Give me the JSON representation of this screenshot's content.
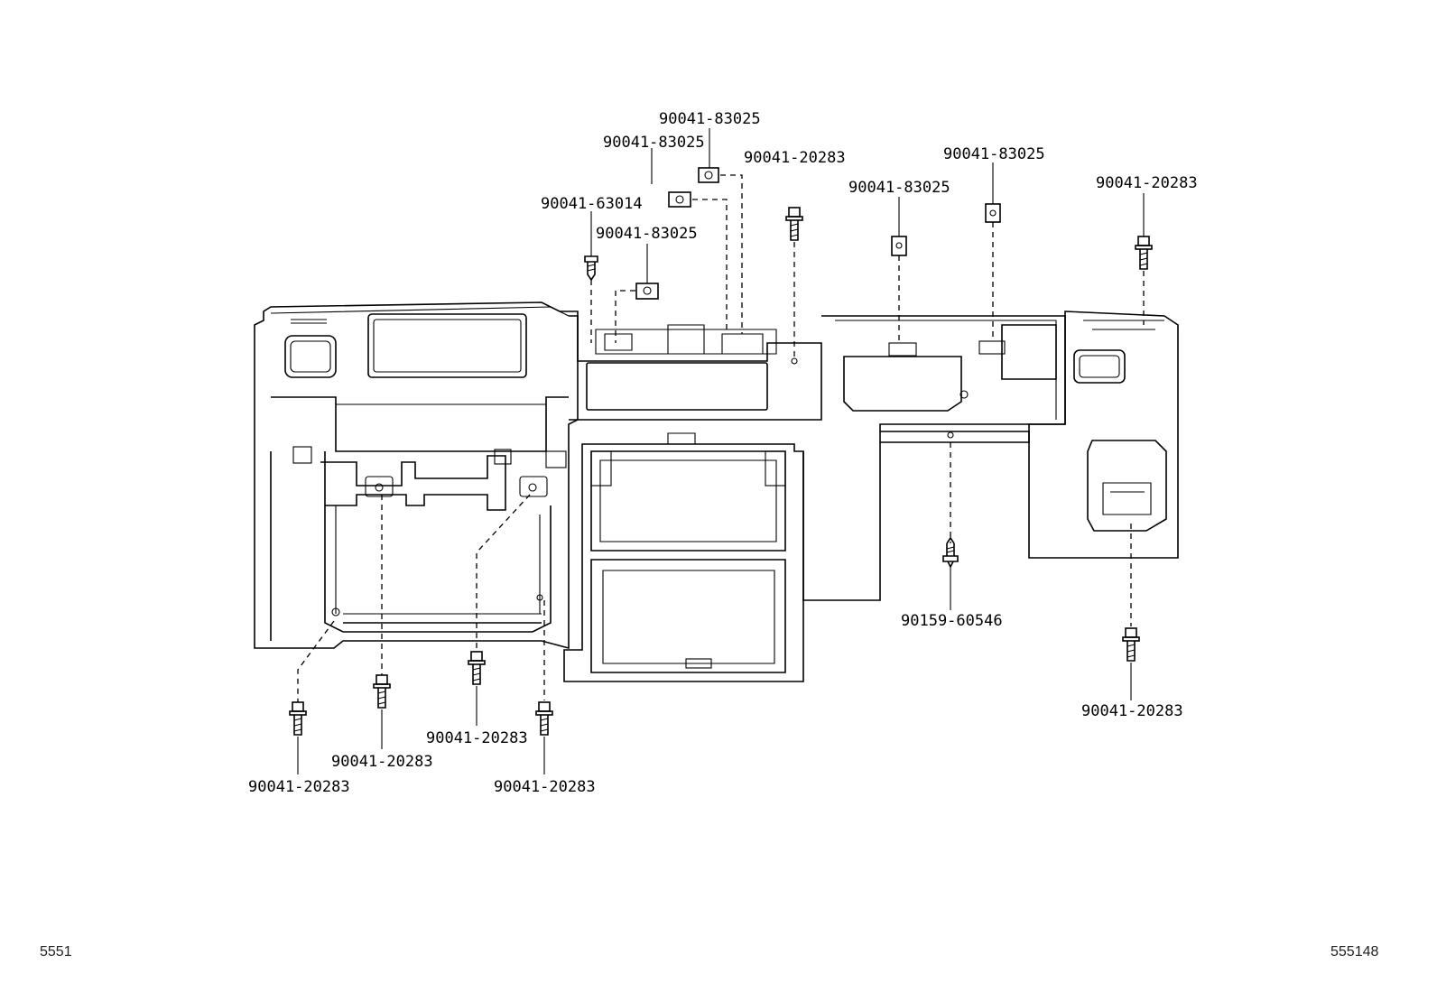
{
  "callouts": [
    {
      "id": "c1",
      "part_number": "90041-83025"
    },
    {
      "id": "c2",
      "part_number": "90041-83025"
    },
    {
      "id": "c3",
      "part_number": "90041-20283"
    },
    {
      "id": "c4",
      "part_number": "90041-83025"
    },
    {
      "id": "c5",
      "part_number": "90041-83025"
    },
    {
      "id": "c6",
      "part_number": "90041-20283"
    },
    {
      "id": "c7",
      "part_number": "90041-63014"
    },
    {
      "id": "c8",
      "part_number": "90041-83025"
    },
    {
      "id": "c9",
      "part_number": "90159-60546"
    },
    {
      "id": "c10",
      "part_number": "90041-20283"
    },
    {
      "id": "c11",
      "part_number": "90041-20283"
    },
    {
      "id": "c12",
      "part_number": "90041-20283"
    },
    {
      "id": "c13",
      "part_number": "90041-20283"
    },
    {
      "id": "c14",
      "part_number": "90041-20283"
    }
  ],
  "footer": {
    "left_code": "5551",
    "right_code": "555148"
  }
}
